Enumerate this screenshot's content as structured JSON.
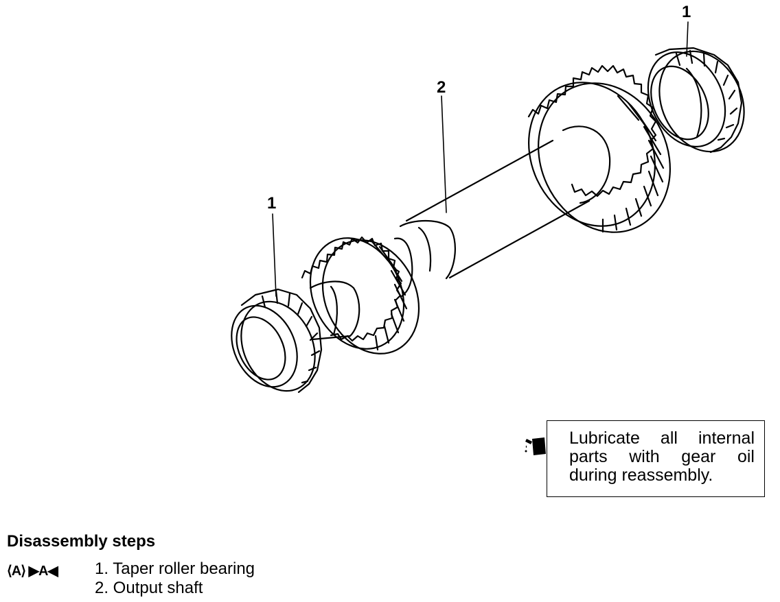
{
  "callouts": {
    "bearing_right": "1",
    "output_shaft": "2",
    "bearing_left": "1"
  },
  "note": {
    "icon": "oil-can-icon",
    "text": "Lubricate all internal parts with gear oil during reassembly."
  },
  "steps": {
    "heading": "Disassembly steps",
    "symbols": "⟨A⟩ ▶A◀",
    "items": [
      "1. Taper roller bearing",
      "2. Output shaft"
    ]
  }
}
